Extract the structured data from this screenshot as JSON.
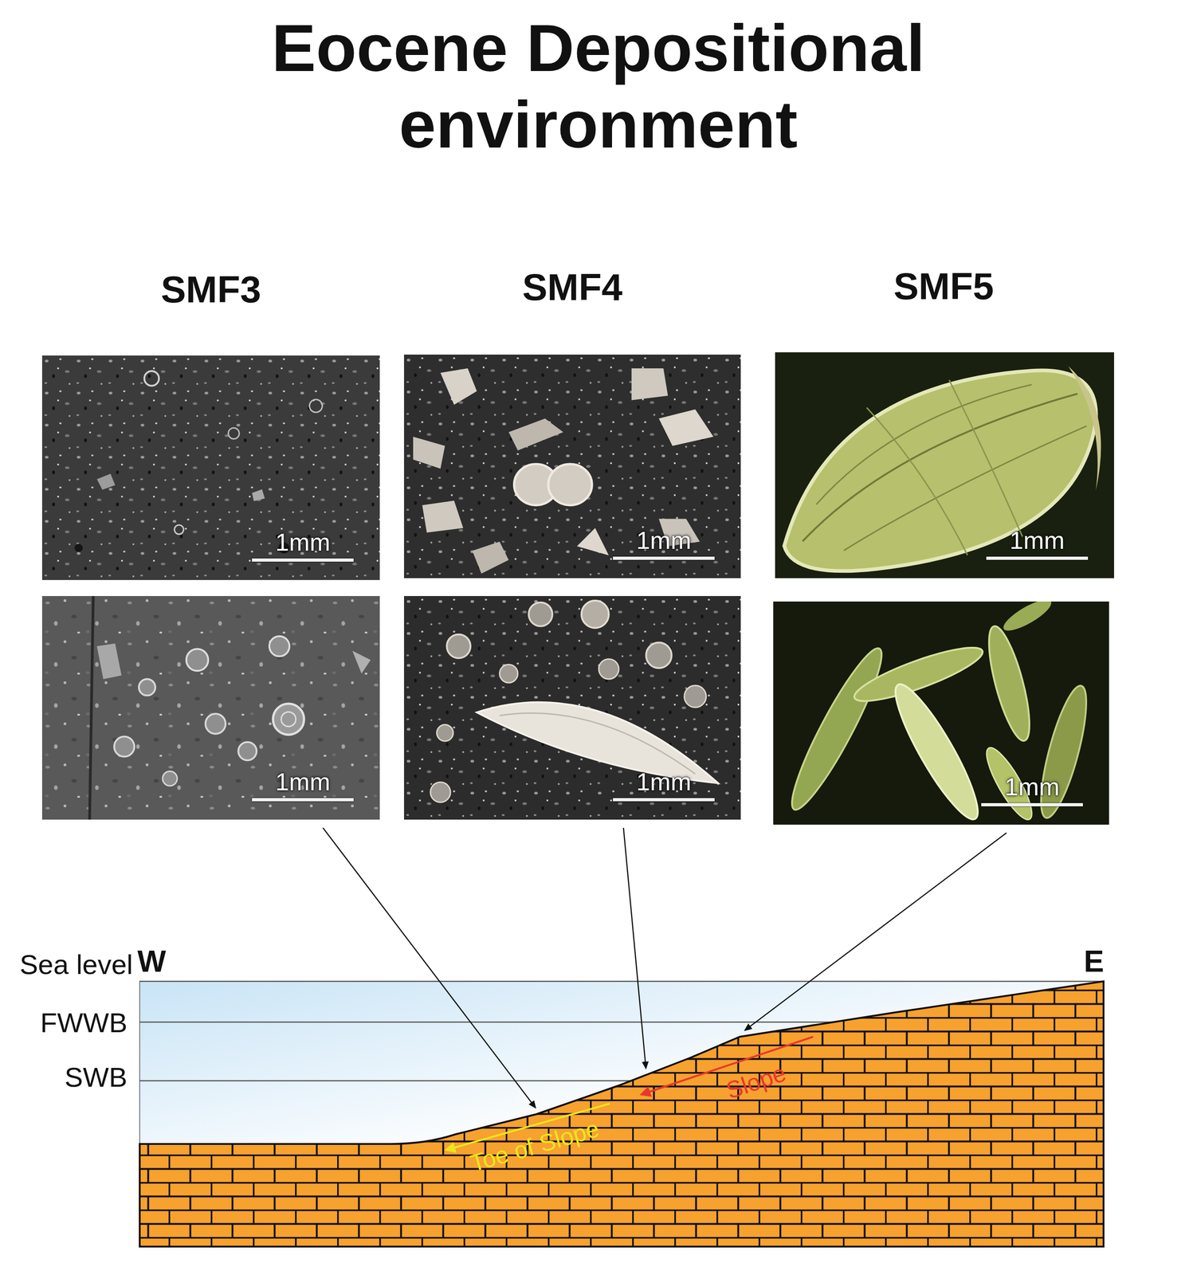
{
  "diagram": {
    "title": "Eocene Depositional environment",
    "nodes": [
      {
        "text": [
          "SMF3"
        ]
      },
      {
        "text": [
          "1mm"
        ],
        "in": 0
      },
      {
        "text": [
          "1mm"
        ],
        "in": 0
      },
      {
        "text": [
          "SMF4"
        ]
      },
      {
        "text": [
          "1mm"
        ],
        "in": 3
      },
      {
        "text": [
          "1mm"
        ],
        "in": 3
      },
      {
        "text": [
          "SMF5"
        ]
      },
      {
        "text": [
          "1mm"
        ],
        "in": 6
      },
      {
        "text": [
          "1mm"
        ],
        "in": 6
      }
    ],
    "labels": [
      "Sea level",
      "W",
      "E",
      "FWWB",
      "SWB",
      "Slope",
      "Toe of Slope"
    ]
  }
}
